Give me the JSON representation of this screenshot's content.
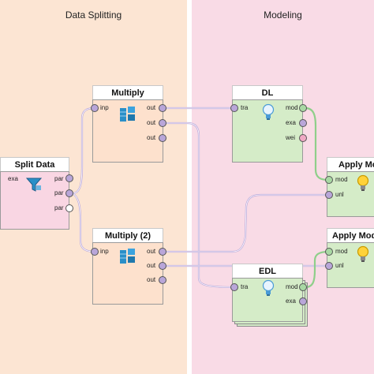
{
  "sections": {
    "left_title": "Data Splitting",
    "right_title": "Modeling"
  },
  "operators": {
    "split": {
      "title": "Split Data",
      "in": [
        "exa"
      ],
      "out": [
        "par",
        "par",
        "par"
      ]
    },
    "multiply1": {
      "title": "Multiply",
      "in": [
        "inp"
      ],
      "out": [
        "out",
        "out",
        "out"
      ]
    },
    "multiply2": {
      "title": "Multiply (2)",
      "in": [
        "inp"
      ],
      "out": [
        "out",
        "out",
        "out"
      ]
    },
    "dl": {
      "title": "DL",
      "in": [
        "tra"
      ],
      "out": [
        "mod",
        "exa",
        "wei"
      ]
    },
    "edl": {
      "title": "EDL",
      "in": [
        "tra"
      ],
      "out": [
        "mod",
        "exa"
      ]
    },
    "apply1": {
      "title": "Apply Mo",
      "in": [
        "mod",
        "unl"
      ]
    },
    "apply2": {
      "title": "Apply Mod",
      "in": [
        "mod",
        "unl"
      ]
    }
  },
  "colors": {
    "data_splitting_bg": "#fce5d3",
    "modeling_bg": "#f9dbe6",
    "port_data": "#b9a6d9",
    "port_model": "#a9d8a4",
    "port_weights": "#f0a9c4"
  },
  "icons": {
    "split": "filter-funnel-icon",
    "multiply": "stack-copy-icon",
    "learner": "lightbulb-icon",
    "apply": "lightbulb-yellow-icon"
  }
}
